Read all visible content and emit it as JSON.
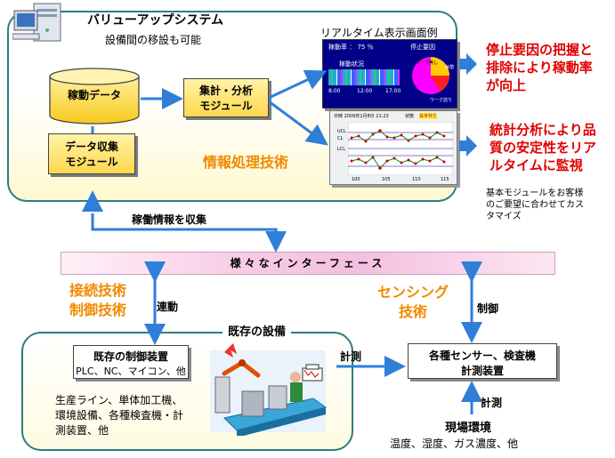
{
  "top_panel": {
    "title": "バリューアップシステム",
    "subtitle": "設備間の移設も可能",
    "db_label": "稼動データ",
    "collector_line1": "データ収集",
    "collector_line2": "モジュール",
    "analysis_line1": "集計・分析",
    "analysis_line2": "モジュール",
    "tech_label": "情報処理技術",
    "realtime_caption": "リアルタイム表示画面例",
    "screen_rate": "稼動率 ： 75 ％",
    "screen_stop": "停止要因",
    "screen_status": "稼動状況",
    "screen_pie_label1": "ワーク無し",
    "screen_pie_label2": "休憩",
    "screen_pie_label3": "ワーク詰り",
    "screen_t1": "8:00",
    "screen_t2": "12:00",
    "screen_t3": "17:00",
    "chart_header": "日時 2009年1月8日 21:23",
    "chart_header2": "状態",
    "chart_status": "異常発生",
    "chart_ucl": "UCL",
    "chart_cl": "CL",
    "chart_lcl": "LCL",
    "chart_x1": "100",
    "chart_x2": "105",
    "chart_x3": "110",
    "chart_x4": "115"
  },
  "benefits": {
    "benefit1_line1": "停止要因の把握と",
    "benefit1_line2": "排除により稼動率",
    "benefit1_line3": "が向上",
    "benefit2_line1": "統計分析により品",
    "benefit2_line2": "質の安定性をリア",
    "benefit2_line3": "ルタイムに監視",
    "note_line1": "基本モジュールをお客様",
    "note_line2": "のご要望に合わせてカス",
    "note_line3": "タマイズ"
  },
  "middle": {
    "collect_label": "稼働情報を収集",
    "interface_label": "様々なインターフェース",
    "connect_tech_line1": "接続技術",
    "connect_tech_line2": "制御技術",
    "link_label": "連動",
    "sensing_tech_line1": "センシング",
    "sensing_tech_line2": "技術",
    "control_label": "制御"
  },
  "bottom_panel": {
    "title": "既存の設備",
    "controller_title": "既存の制御装置",
    "controller_sub": "PLC、NC、マイコン、他",
    "equipment_line1": "生産ライン、単体加工機、",
    "equipment_line2": "環境設備、各種検査機・計",
    "equipment_line3": "測装置、他",
    "measure_label": "計測",
    "sensor_line1": "各種センサー、検査機",
    "sensor_line2": "計測装置",
    "measure_label2": "計測",
    "env_title": "現場環境",
    "env_sub": "温度、湿度、ガス濃度、他"
  },
  "colors": {
    "panel_border": "#2d7d80",
    "arrow_blue": "#2f7fd8",
    "benefit_red": "#e00000",
    "tech_orange": "#f08a00"
  }
}
